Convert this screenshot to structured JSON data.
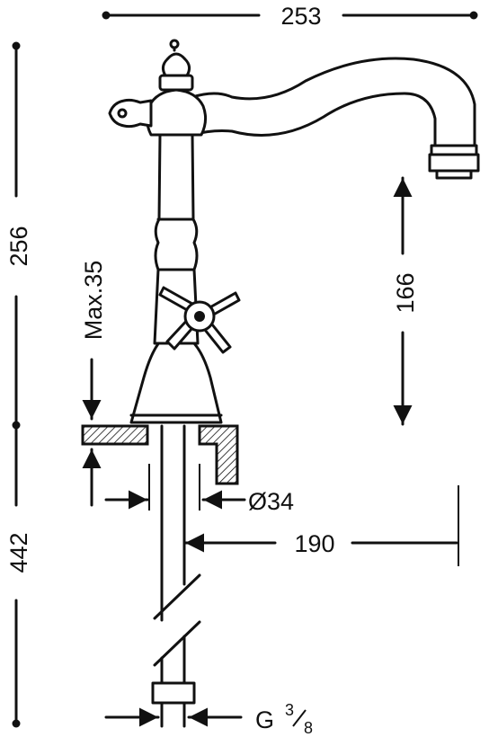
{
  "dimensions": {
    "spout_reach": "253",
    "total_height": "256",
    "spout_clearance": "166",
    "max_deck_thickness": "Max.35",
    "hole_diameter": "Ø34",
    "hose_length_190": "190",
    "hose_length_442": "442",
    "connection_thread": "G",
    "connection_num": "3",
    "connection_den": "8"
  }
}
